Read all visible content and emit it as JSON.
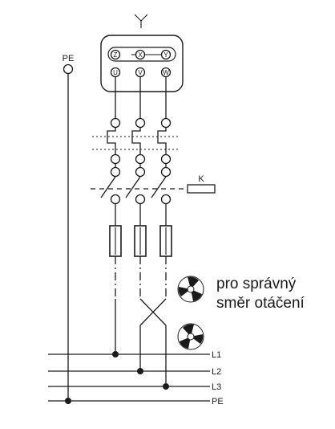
{
  "motor": {
    "connection_symbol": "star-connection-icon",
    "top_terminals": [
      "Z",
      "X",
      "Y"
    ],
    "bottom_terminals": [
      "U",
      "V",
      "W"
    ]
  },
  "labels": {
    "protective_earth_top": "PE",
    "control_element": "K"
  },
  "caption": {
    "line1": "pro správný",
    "line2": "směr otáčení"
  },
  "buses": [
    {
      "label": "L1"
    },
    {
      "label": "L2"
    },
    {
      "label": "L3"
    },
    {
      "label": "PE"
    }
  ],
  "icons": {
    "fan_top": "fan-icon",
    "fan_bottom": "fan-icon"
  },
  "colors": {
    "ink": "#1a1a1a",
    "background": "#ffffff"
  }
}
